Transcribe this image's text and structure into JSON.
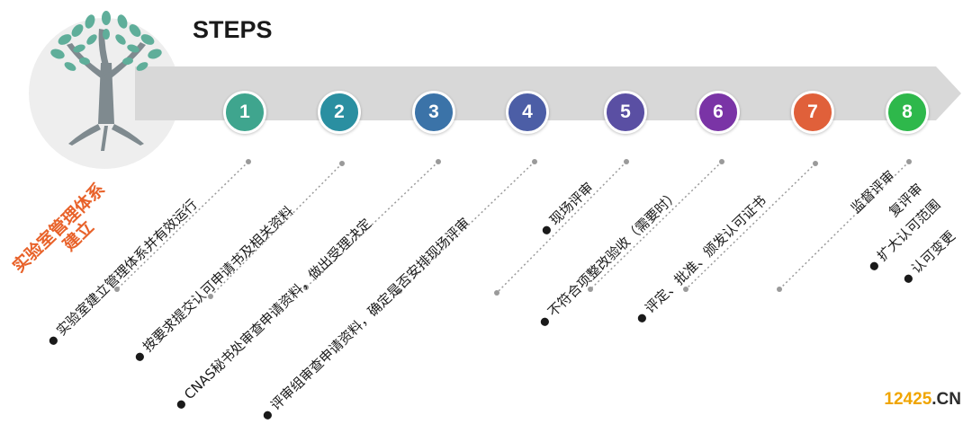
{
  "title": "STEPS",
  "left_title": {
    "line1": "实验室管理体系",
    "line2": "建立"
  },
  "steps": [
    {
      "num": "1",
      "color": "#3fa58e"
    },
    {
      "num": "2",
      "color": "#2a8fa1"
    },
    {
      "num": "3",
      "color": "#3b73a8"
    },
    {
      "num": "4",
      "color": "#4c5ea6"
    },
    {
      "num": "5",
      "color": "#5a4fa3"
    },
    {
      "num": "6",
      "color": "#7a34a6"
    },
    {
      "num": "7",
      "color": "#e0603a"
    },
    {
      "num": "8",
      "color": "#2eb84b"
    }
  ],
  "descriptions": [
    "实验室建立管理体系并有效运行",
    "按要求提交认可申请书及相关资料",
    "CNAS秘书处审查申请资料，做出受理决定",
    "评审组审查申请资料，确定是否安排现场评审",
    "现场评审",
    "不符合项整改验收（需要时）",
    "评定、批准、颁发认可证书",
    "监督评审",
    "复评审",
    "扩大认可范围",
    "认可变更"
  ],
  "watermark": {
    "number": "12425",
    "suffix": ".CN"
  },
  "colors": {
    "band": "#d8d8d8",
    "accent": "#e8622a",
    "tree": "#7f8a8f",
    "leaf": "#5fae9a"
  }
}
